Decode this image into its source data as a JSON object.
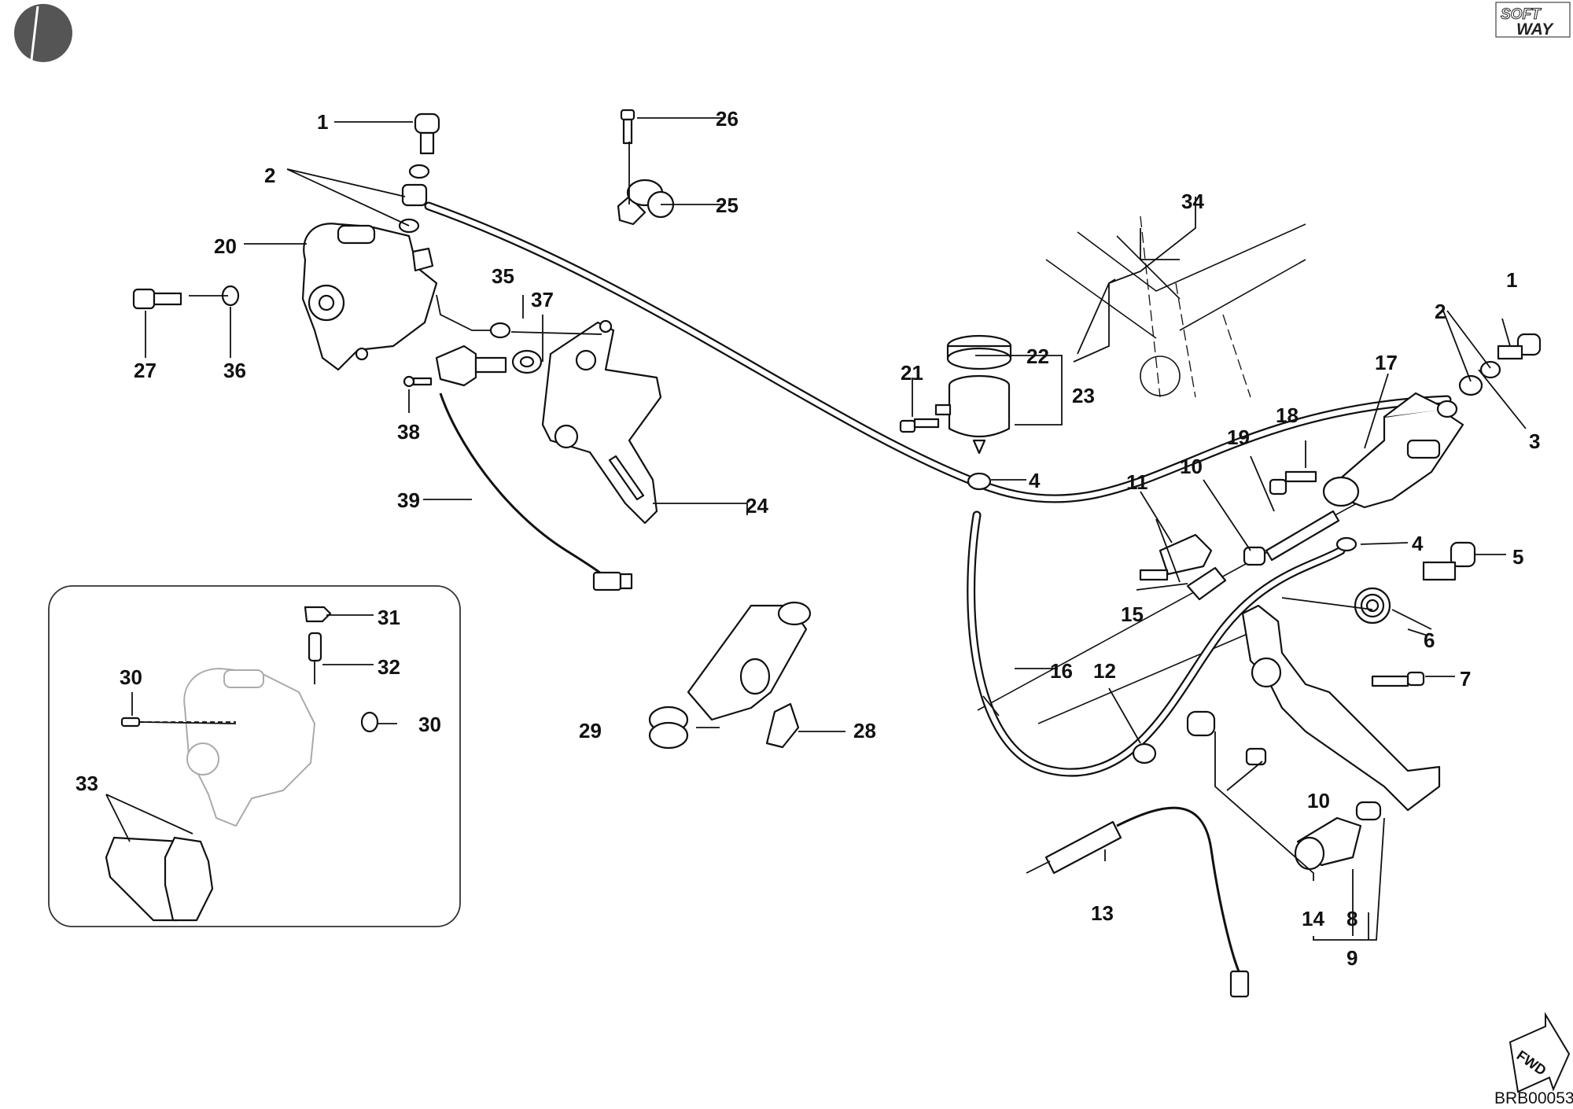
{
  "logo": {
    "line1": "SOFT",
    "line2": "WAY"
  },
  "drawing_code": "BRB00053",
  "fwd_label": "FWD",
  "callouts": [
    "1",
    "2",
    "3",
    "4",
    "5",
    "6",
    "7",
    "8",
    "9",
    "10",
    "11",
    "12",
    "13",
    "14",
    "15",
    "16",
    "17",
    "18",
    "19",
    "20",
    "21",
    "22",
    "23",
    "24",
    "25",
    "26",
    "27",
    "28",
    "29",
    "30",
    "31",
    "32",
    "33",
    "34",
    "35",
    "36",
    "37",
    "38",
    "39"
  ]
}
